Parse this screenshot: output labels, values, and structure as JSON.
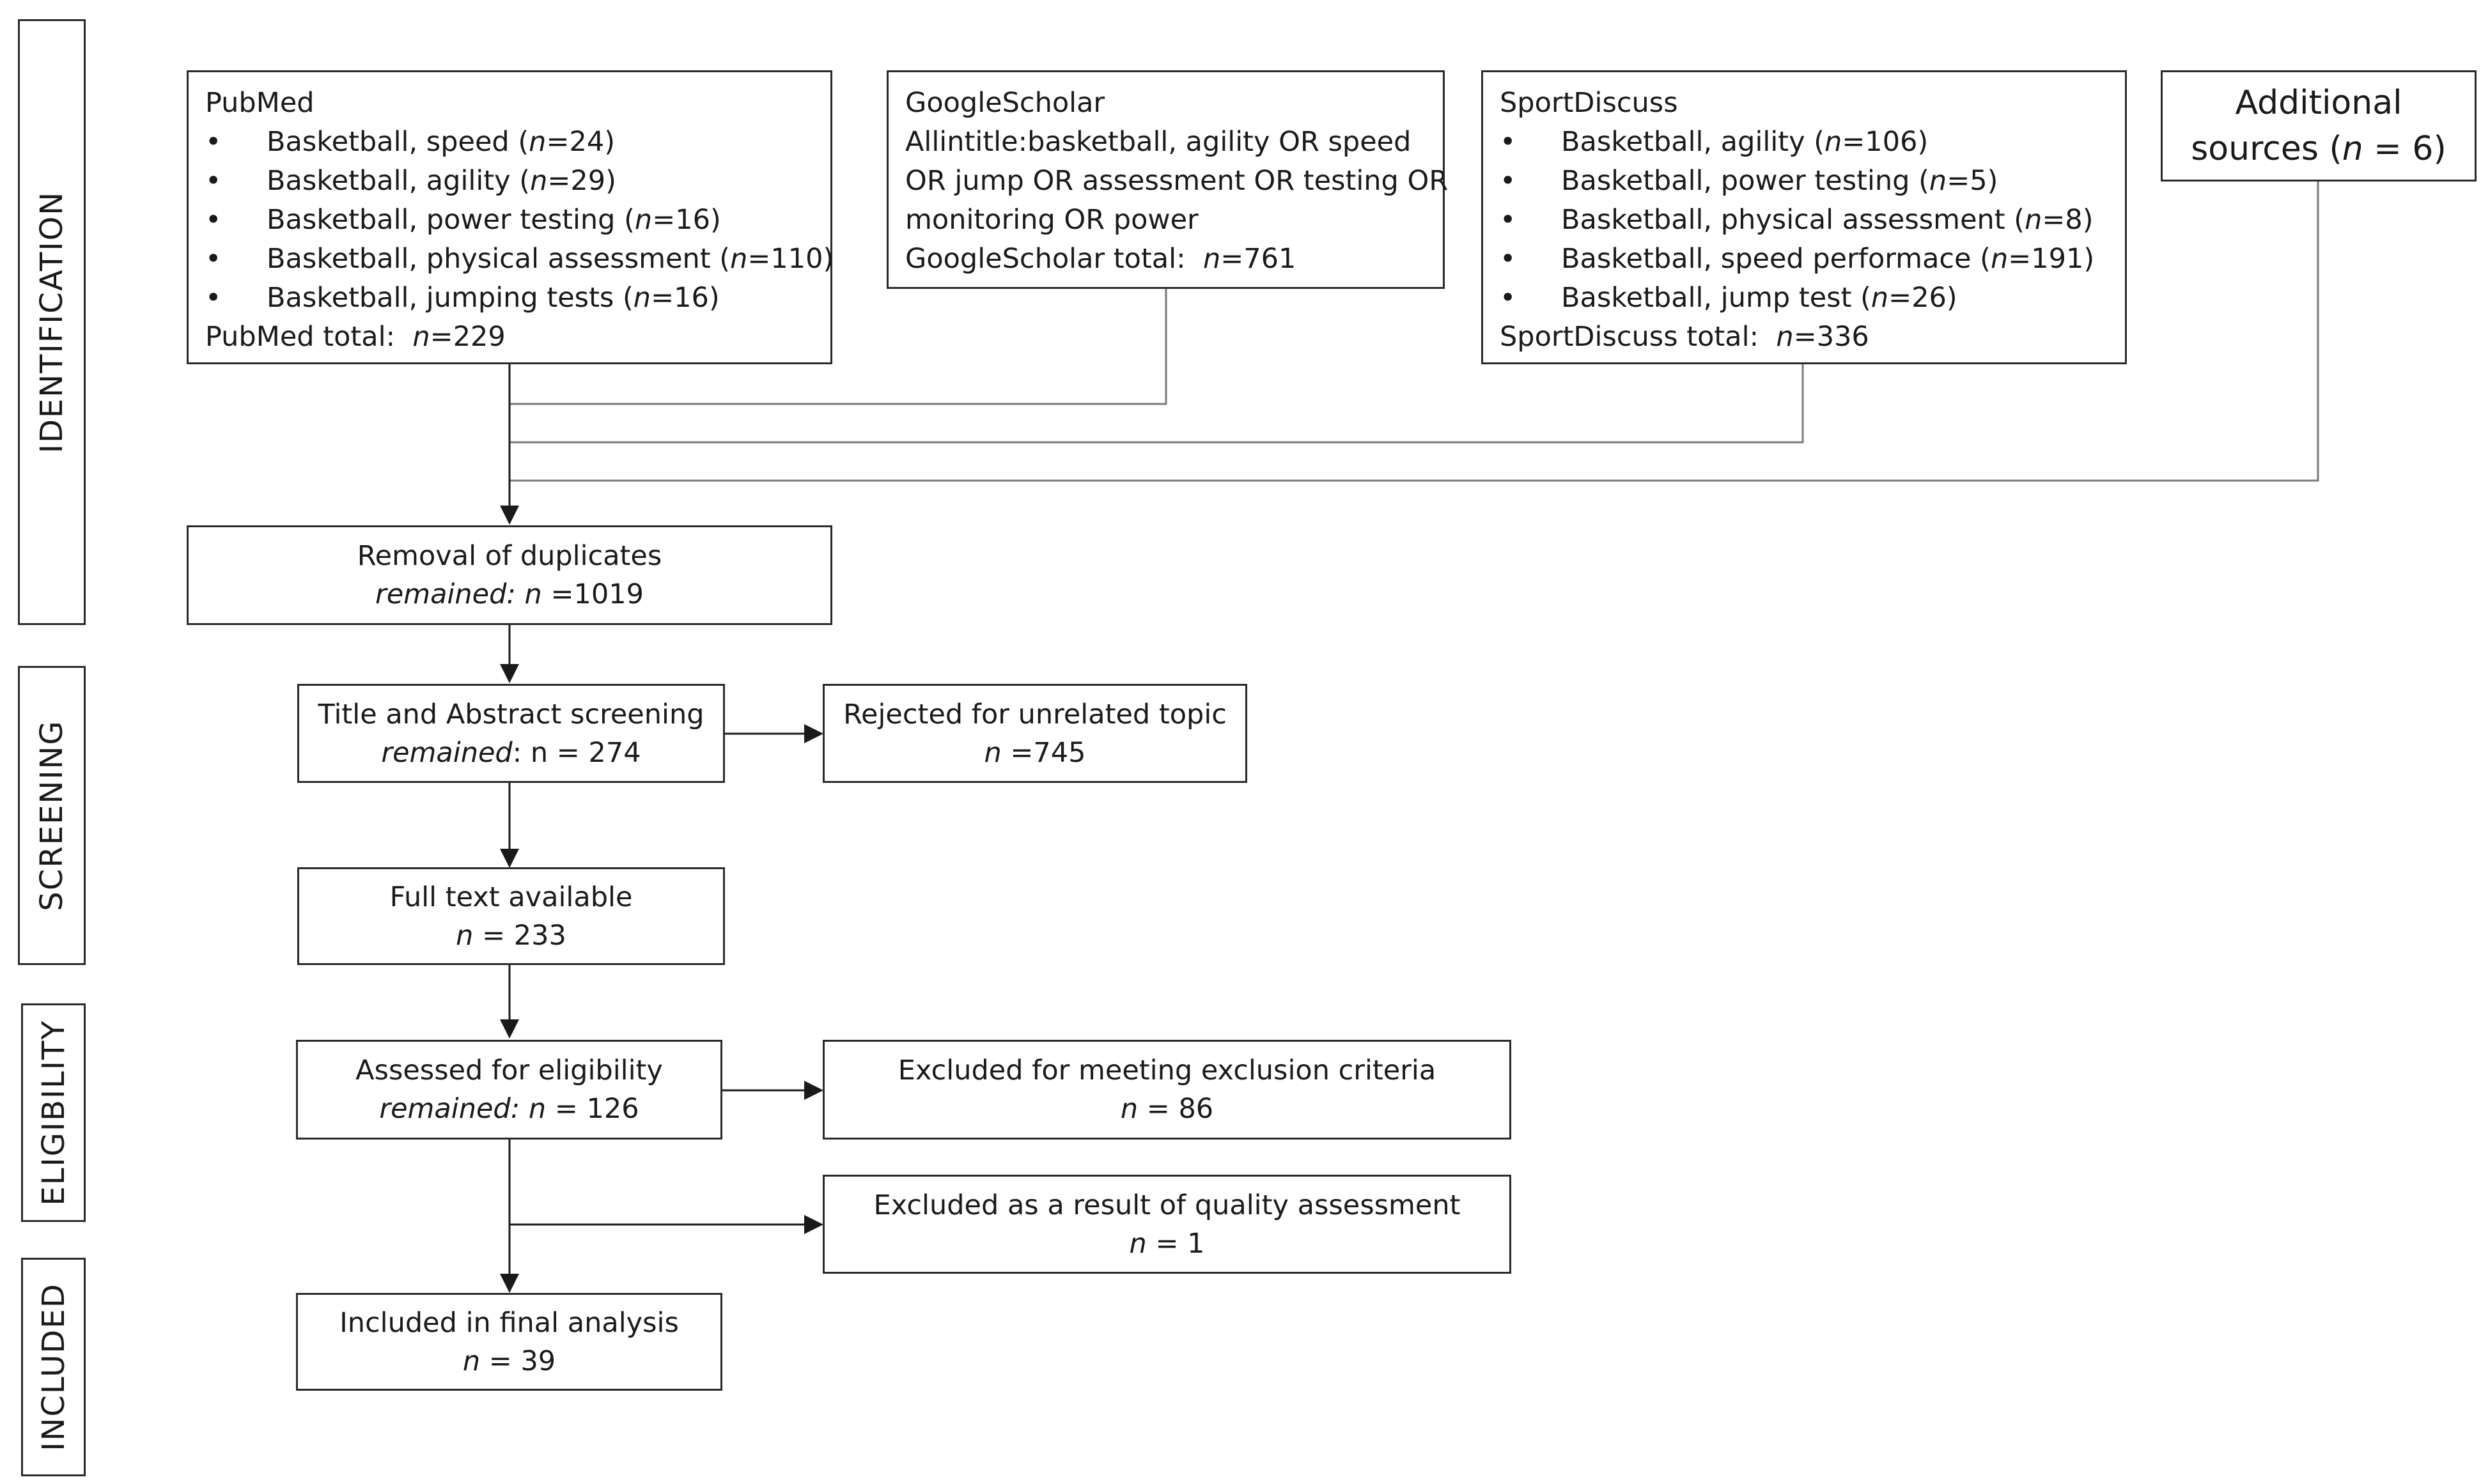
{
  "stages": {
    "identification": "IDENTIFICATION",
    "screening": "SCREENING",
    "eligibility": "ELIGIBILITY",
    "included": "INCLUDED"
  },
  "pubmed": {
    "title": "PubMed",
    "items": [
      {
        "text": "Basketball, speed",
        "n": "24"
      },
      {
        "text": "Basketball, agility",
        "n": "29"
      },
      {
        "text": "Basketball, power testing",
        "n": "16"
      },
      {
        "text": "Basketball, physical assessment",
        "n": "110"
      },
      {
        "text": "Basketball, jumping tests",
        "n": "16"
      }
    ],
    "total_label": "PubMed total:",
    "total_n": "=229"
  },
  "google": {
    "title": "GoogleScholar",
    "query_lines": [
      "Allintitle:basketball, agility OR speed",
      "OR jump  OR assessment OR testing OR",
      "monitoring  OR power"
    ],
    "total_label": "GoogleScholar total:",
    "total_n": "=761"
  },
  "sport": {
    "title": "SportDiscuss",
    "items": [
      {
        "text": "Basketball, agility",
        "n": "106"
      },
      {
        "text": "Basketball, power testing",
        "n": "5"
      },
      {
        "text": "Basketball, physical assessment",
        "n": "8"
      },
      {
        "text": "Basketball, speed performace",
        "n": "191"
      },
      {
        "text": "Basketball, jump test",
        "n": "26"
      }
    ],
    "total_label": "SportDiscuss total:",
    "total_n": "=336"
  },
  "additional": {
    "line1": "Additional",
    "line2_prefix": "sources (",
    "n": "= 6",
    "line2_suffix": ")"
  },
  "duplicates": {
    "title": "Removal of duplicates",
    "label": "remained:",
    "n": "=1019"
  },
  "title_abstract": {
    "title": "Title and Abstract screening",
    "label": "remained",
    "n": ": n = 274"
  },
  "rejected": {
    "title": "Rejected for unrelated topic",
    "n": "=745"
  },
  "fulltext": {
    "title": "Full text available",
    "n": "= 233"
  },
  "eligibility": {
    "title": "Assessed for eligibility",
    "label": "remained:",
    "n": "= 126"
  },
  "excluded_criteria": {
    "title": "Excluded for meeting exclusion criteria",
    "n": "= 86"
  },
  "excluded_quality": {
    "title": "Excluded as a result of quality assessment",
    "n": "= 1"
  },
  "included": {
    "title": "Included in final analysis",
    "n": "= 39"
  },
  "n_symbol": "n",
  "colors": {
    "line": "#2a2a2a",
    "connector": "#7a7a7a"
  }
}
